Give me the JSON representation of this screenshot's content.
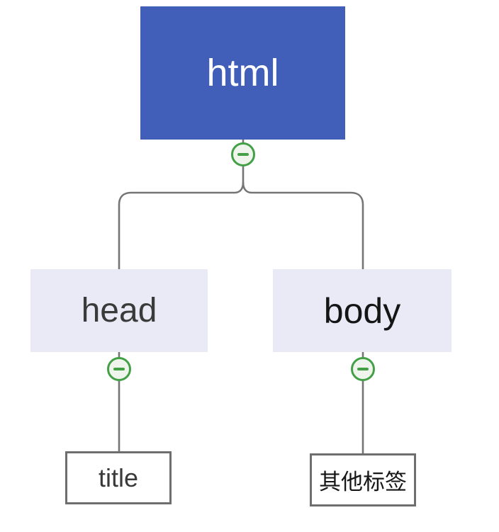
{
  "tree": {
    "root": {
      "label": "html"
    },
    "children": [
      {
        "label": "head",
        "children": [
          {
            "label": "title"
          }
        ]
      },
      {
        "label": "body",
        "children": [
          {
            "label": "其他标签"
          }
        ]
      }
    ]
  },
  "icons": {
    "collapse": "minus-circle-icon"
  },
  "colors": {
    "root_fill": "#415FB9",
    "root_text": "#FFFFFF",
    "branch_fill": "#E9EAF5",
    "branch_text": "#3A3A3A",
    "leaf_fill": "#FFFFFF",
    "leaf_border": "#6E6E6E",
    "leaf_text": "#2E2E2E",
    "connector": "#757575",
    "collapse_ring": "#43A047",
    "collapse_fill": "#EFF5EC"
  }
}
